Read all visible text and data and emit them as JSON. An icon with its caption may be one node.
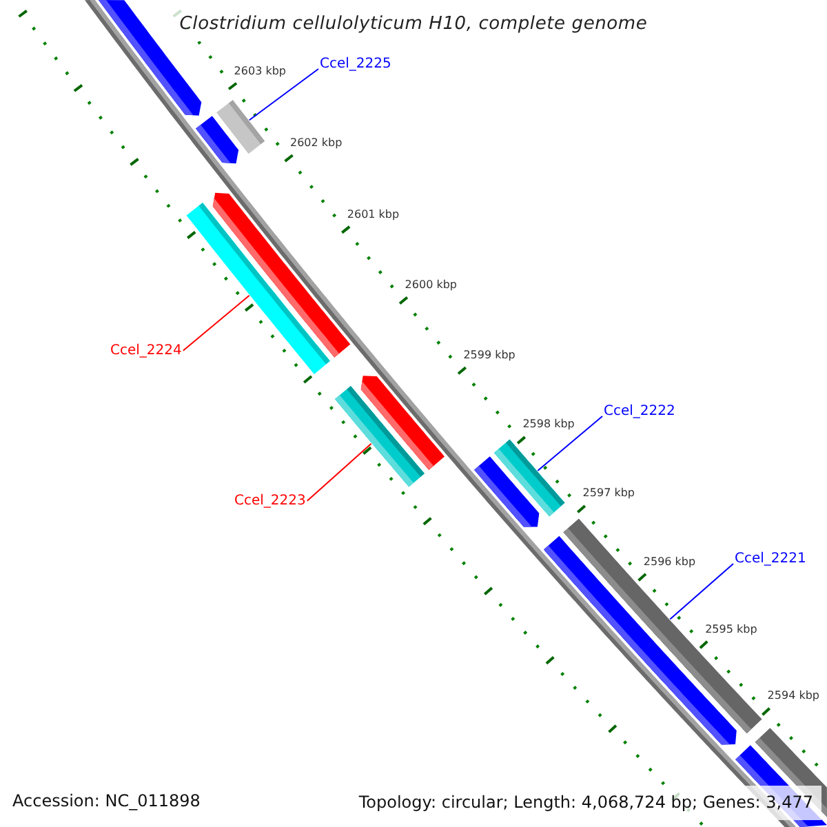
{
  "diagram": {
    "title": "Clostridium cellulolyticum H10, complete genome",
    "nodes": [
      {
        "text": [],
        "shape": "bar"
      },
      {
        "text": [
          "Ccel_2225"
        ]
      },
      {
        "text": [],
        "shape": "bar"
      },
      {
        "text": [],
        "shape": "bar"
      },
      {
        "text": [],
        "shape": "bar"
      },
      {
        "text": [],
        "shape": "bar"
      },
      {
        "text": [
          "Ccel_2224"
        ]
      },
      {
        "text": [],
        "shape": "bar"
      },
      {
        "text": [],
        "shape": "bar"
      },
      {
        "text": [
          "Ccel_2222"
        ]
      },
      {
        "text": [],
        "shape": "bar"
      },
      {
        "text": [],
        "shape": "bar"
      },
      {
        "text": [
          "Ccel_2223"
        ]
      },
      {
        "text": [],
        "shape": "bar"
      },
      {
        "text": [],
        "shape": "bar"
      },
      {
        "text": [
          "Ccel_2221"
        ]
      },
      {
        "text": [],
        "shape": "bar"
      },
      {
        "text": [],
        "shape": "bar"
      }
    ],
    "edges": [
      {
        "from": 1,
        "to": 2,
        "arrow": "none"
      },
      {
        "from": 6,
        "to": 5,
        "arrow": "none",
        "color": "#ff0000"
      },
      {
        "from": 9,
        "to": 10,
        "arrow": "none"
      },
      {
        "from": 12,
        "to": 8,
        "arrow": "none",
        "color": "#ff0000"
      },
      {
        "from": 15,
        "to": 13,
        "arrow": "none"
      }
    ],
    "labels": [
      "2603 kbp",
      "2602 kbp",
      "2601 kbp",
      "2600 kbp",
      "2599 kbp",
      "2598 kbp",
      "2597 kbp",
      "2596 kbp",
      "2595 kbp",
      "2594 kbp",
      "Accession: NC_011898",
      "Topology: circular; Length: 4,068,724 bp; Genes: 3,477"
    ]
  }
}
